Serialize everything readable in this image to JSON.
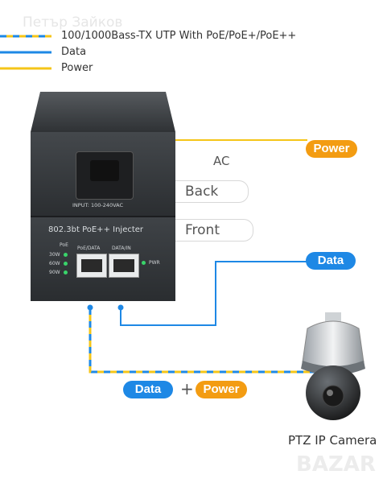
{
  "watermark": "Петър Зайков",
  "legend": [
    {
      "label": "100/1000Bass-TX UTP With PoE/PoE+/PoE++",
      "style": "dashed",
      "colors": [
        "#1e88e5",
        "#f5c518"
      ]
    },
    {
      "label": "Data",
      "style": "solid",
      "colors": [
        "#1e88e5"
      ]
    },
    {
      "label": "Power",
      "style": "solid",
      "colors": [
        "#f5c518"
      ]
    }
  ],
  "device": {
    "input_label": "INPUT: 100-240VAC",
    "model_label": "802.3bt PoE++ Injecter",
    "poe_header": "PoE",
    "poe_levels": [
      "30W",
      "60W",
      "90W"
    ],
    "port1_label": "PoE/DATA",
    "port2_label": "DATA/IN",
    "pwr_label": "PWR"
  },
  "callouts": {
    "ac": "AC",
    "back": "Back",
    "front": "Front",
    "power_pill": "Power",
    "data_pill": "Data",
    "bottom_data": "Data",
    "plus": "+",
    "bottom_power": "Power"
  },
  "camera_label": "PTZ IP Camera",
  "corner_brand": "BAZAR",
  "colors": {
    "blue": "#1e88e5",
    "yellow": "#f5c518",
    "orange": "#f39c12",
    "device": "#3a3d40"
  }
}
